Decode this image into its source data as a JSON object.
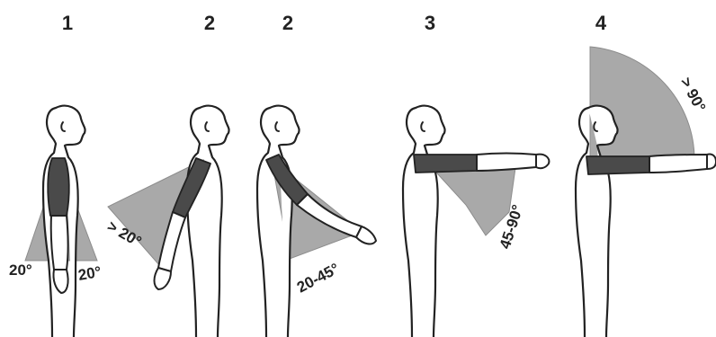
{
  "panels": [
    {
      "number": "1",
      "labels": [
        "20°",
        "20°"
      ]
    },
    {
      "number": "2",
      "labels": [
        "> 20°"
      ]
    },
    {
      "number": "2",
      "labels": [
        "20-45°"
      ]
    },
    {
      "number": "3",
      "labels": [
        "45-90°"
      ]
    },
    {
      "number": "4",
      "labels": [
        "> 90°"
      ]
    }
  ],
  "colors": {
    "sector": "#a9a9a9",
    "upper_arm": "#4a4a4a",
    "outline": "#222222"
  }
}
